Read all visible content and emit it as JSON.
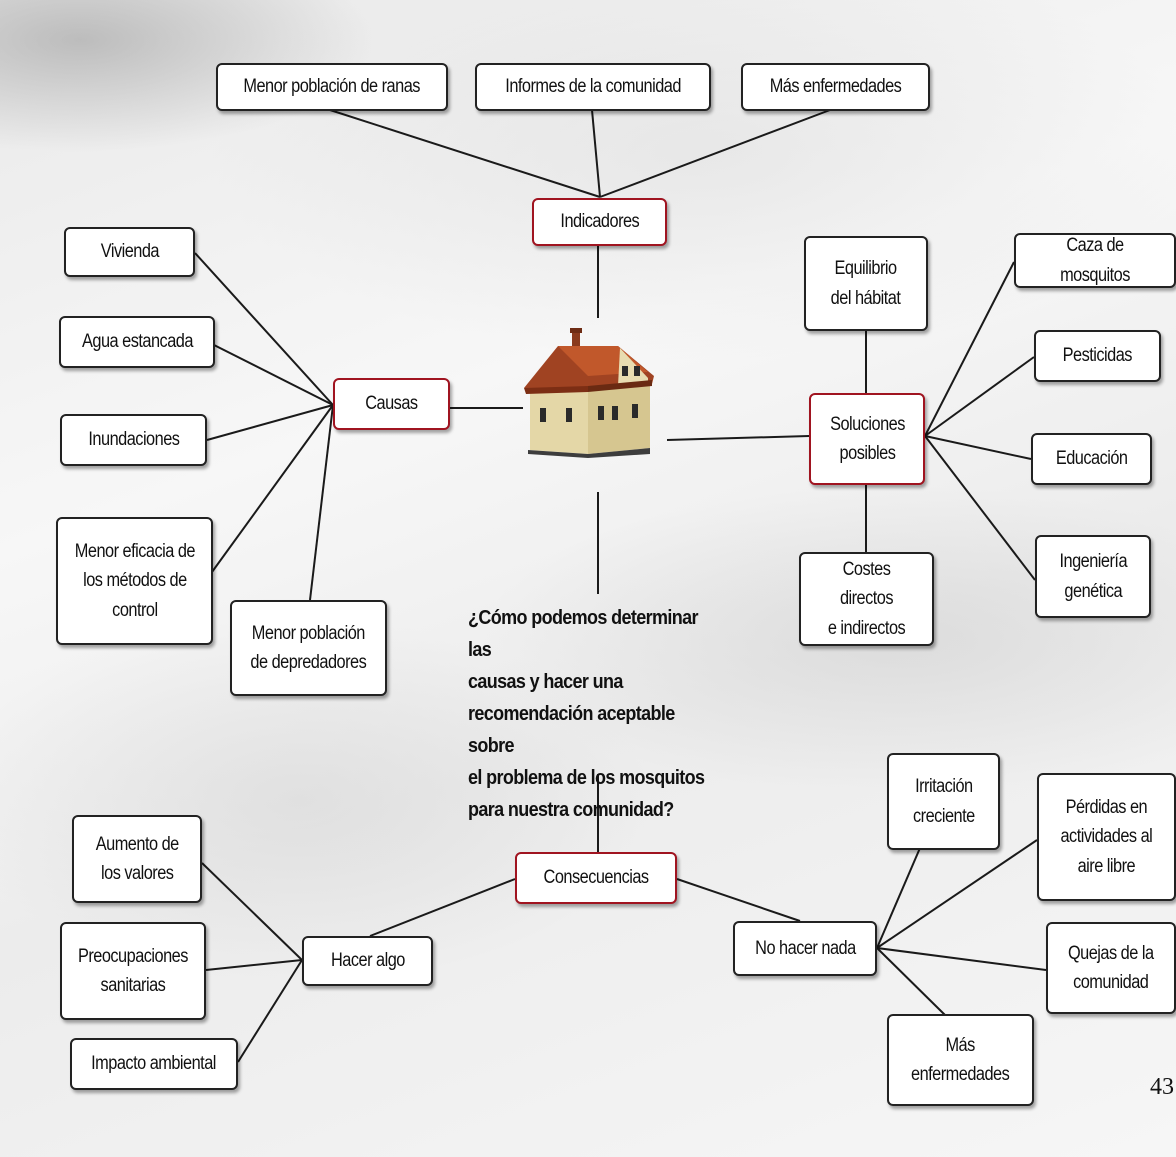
{
  "question": "¿Cómo podemos determinar las\ncausas y hacer una\nrecomendación aceptable sobre\nel problema de los mosquitos\npara nuestra comunidad?",
  "page_number": "43",
  "colors": {
    "hub_border": "#a01420",
    "node_border": "#222222",
    "line": "#1a1a1a"
  },
  "icons": {
    "center": "house-icon"
  },
  "nodes": {
    "indicadores": "Indicadores",
    "ranas": "Menor población de ranas",
    "informes": "Informes de la comunidad",
    "enfermedades_top": "Más enfermedades",
    "causas": "Causas",
    "vivienda": "Vivienda",
    "agua": "Agua estancada",
    "inundaciones": "Inundaciones",
    "eficacia": "Menor eficacia de\nlos métodos de\ncontrol",
    "depredadores": "Menor población\nde depredadores",
    "soluciones": "Soluciones\nposibles",
    "equilibrio": "Equilibrio\ndel  hábitat",
    "costes": "Costes directos\ne indirectos",
    "caza": "Caza de mosquitos",
    "pesticidas": "Pesticidas",
    "educacion": "Educación",
    "ingenieria": "Ingeniería\ngenética",
    "consecuencias": "Consecuencias",
    "hacer_algo": "Hacer algo",
    "valores": "Aumento de\nlos valores",
    "sanitarias": "Preocupaciones\nsanitarias",
    "impacto": "Impacto ambiental",
    "no_hacer": "No hacer nada",
    "irritacion": "Irritación\ncreciente",
    "perdidas": "Pérdidas en\nactividades al\naire libre",
    "quejas": "Quejas de la\ncomunidad",
    "enfermedades_bottom": "Más\nenfermedades"
  }
}
